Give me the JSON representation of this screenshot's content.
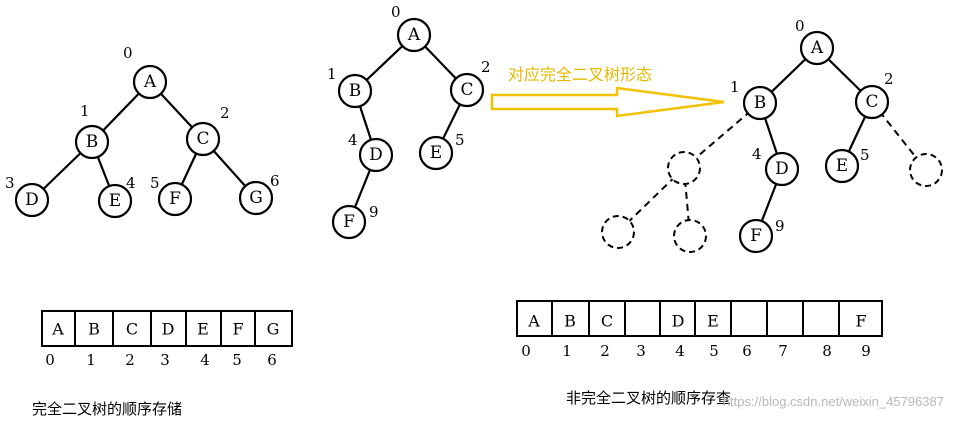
{
  "tree1": {
    "nodes": [
      {
        "label": "A",
        "index": "0"
      },
      {
        "label": "B",
        "index": "1"
      },
      {
        "label": "C",
        "index": "2"
      },
      {
        "label": "D",
        "index": "3"
      },
      {
        "label": "E",
        "index": "4"
      },
      {
        "label": "F",
        "index": "5"
      },
      {
        "label": "G",
        "index": "6"
      }
    ],
    "array": {
      "cells": [
        "A",
        "B",
        "C",
        "D",
        "E",
        "F",
        "G"
      ],
      "indices": [
        "0",
        "1",
        "2",
        "3",
        "4",
        "5",
        "6"
      ]
    },
    "caption": "完全二叉树的顺序存储"
  },
  "tree2": {
    "nodes": [
      {
        "label": "A",
        "index": "0"
      },
      {
        "label": "B",
        "index": "1"
      },
      {
        "label": "C",
        "index": "2"
      },
      {
        "label": "D",
        "index": "4"
      },
      {
        "label": "E",
        "index": "5"
      },
      {
        "label": "F",
        "index": "9"
      }
    ]
  },
  "arrow": {
    "label": "对应完全二叉树形态",
    "color": "#f2c200"
  },
  "tree3": {
    "nodes": [
      {
        "label": "A",
        "index": "0"
      },
      {
        "label": "B",
        "index": "1"
      },
      {
        "label": "C",
        "index": "2"
      },
      {
        "label": "D",
        "index": "4"
      },
      {
        "label": "E",
        "index": "5"
      },
      {
        "label": "F",
        "index": "9"
      }
    ],
    "array": {
      "cells": [
        "A",
        "B",
        "C",
        "",
        "D",
        "E",
        "",
        "",
        "",
        "F"
      ],
      "indices": [
        "0",
        "1",
        "2",
        "3",
        "4",
        "5",
        "6",
        "7",
        "8",
        "9"
      ]
    },
    "caption": "非完全二叉树的顺序存查"
  },
  "watermark": "https://blog.csdn.net/weixin_45796387"
}
